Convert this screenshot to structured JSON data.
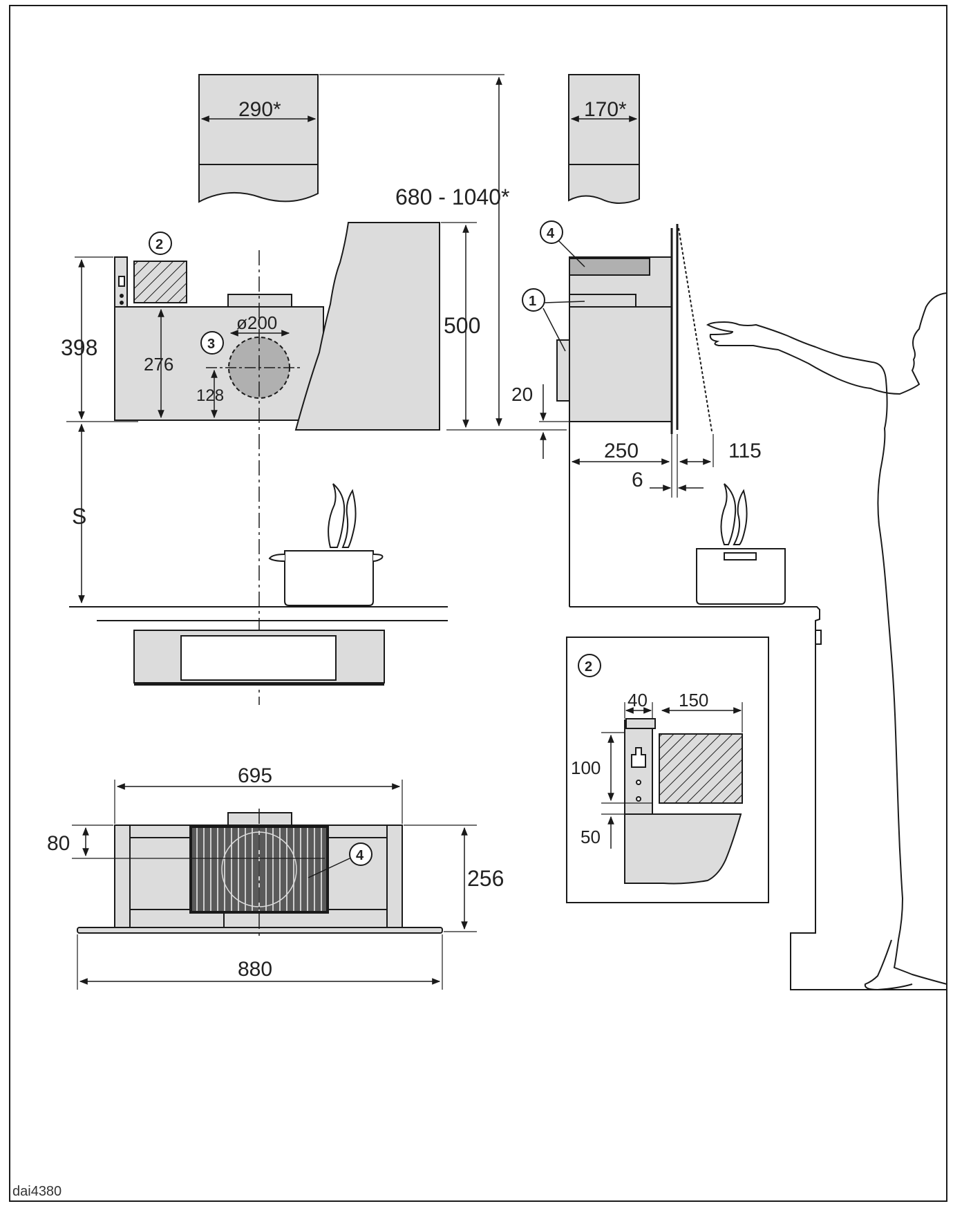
{
  "colors": {
    "line": "#1a1a1a",
    "fill": "#dcdcdc",
    "dark": "#b0b0b0",
    "grill": "#3a3a3a",
    "background": "#ffffff"
  },
  "dimensions": {
    "width_a": "290*",
    "width_b": "170*",
    "chimney_height": "680 - 1040*",
    "housing_height": "500",
    "total_height": "398",
    "outlet_height": "276",
    "outlet_diameter": "ø200",
    "outlet_center": "128",
    "safety_distance": "S",
    "front_gap": "20",
    "depth": "250",
    "glass_offset": "115",
    "glass_thickness": "6",
    "filter_width": "695",
    "depth_plan": "256",
    "filter_offset": "80",
    "total_width": "880",
    "detail_bracket_width": "40",
    "detail_block_width": "150",
    "detail_height": "100",
    "detail_offset": "50"
  },
  "callouts": {
    "one": "1",
    "two": "2",
    "three": "3",
    "four": "4",
    "detail_two": "2",
    "plan_four": "4"
  },
  "drawing_code": "dai4380"
}
